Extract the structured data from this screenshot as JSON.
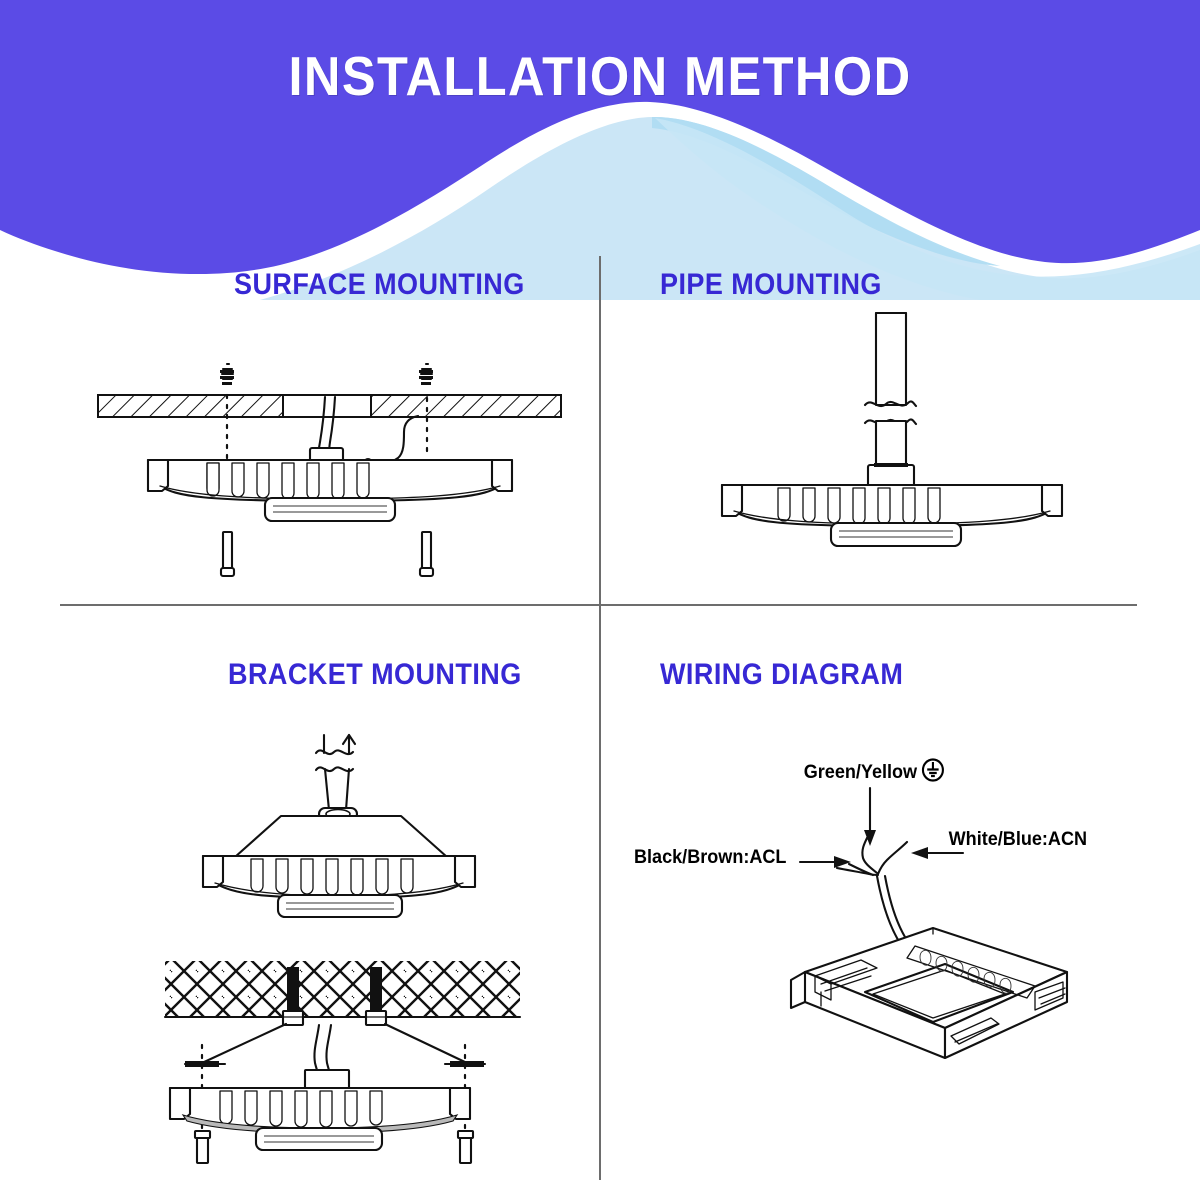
{
  "header": {
    "title": "INSTALLATION METHOD",
    "banner_color": "#5B4BE6",
    "wave_light_color": "#CBE6F6",
    "wave_mid_color": "#AFDCF2",
    "title_color": "#FFFFFF"
  },
  "panels": [
    {
      "id": "surface-mounting",
      "title": "SURFACE MOUNTING",
      "title_color": "#3728D4",
      "diagram": "canopy-light-screwed-through-flat-ceiling-with-anchors-and-bolts"
    },
    {
      "id": "pipe-mounting",
      "title": "PIPE MOUNTING",
      "title_color": "#3728D4",
      "diagram": "canopy-light-suspended-from-vertical-pipe-with-break-symbol"
    },
    {
      "id": "bracket-mounting",
      "title": "BRACKET MOUNTING",
      "title_color": "#3728D4",
      "diagram": "canopy-light-on-bracket-yoke-and-mounted-to-hatched-masonry-ceiling"
    },
    {
      "id": "wiring-diagram",
      "title": "WIRING DIAGRAM",
      "title_color": "#3728D4",
      "diagram": "three-wire-splice-into-canopy-light-perspective-view"
    }
  ],
  "wiring": {
    "labels": [
      {
        "id": "ground",
        "text": "Green/Yellow",
        "symbol": "earth-ground-icon"
      },
      {
        "id": "live",
        "text": "Black/Brown:ACL"
      },
      {
        "id": "neutral",
        "text": "White/Blue:ACN"
      }
    ]
  },
  "dividers": {
    "horizontal_color": "#6D6D6D",
    "vertical_color": "#6D6D6D"
  }
}
